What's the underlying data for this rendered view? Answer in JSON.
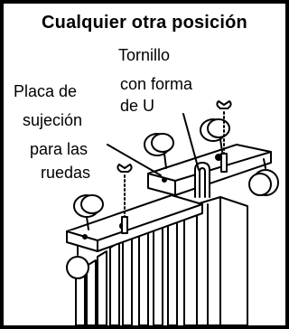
{
  "title": "Cualquier otra posición",
  "labels": {
    "bolt": [
      "Tornillo",
      "con forma",
      "de U"
    ],
    "plate": [
      "Placa de",
      "sujeción",
      "para las",
      "ruedas"
    ]
  }
}
